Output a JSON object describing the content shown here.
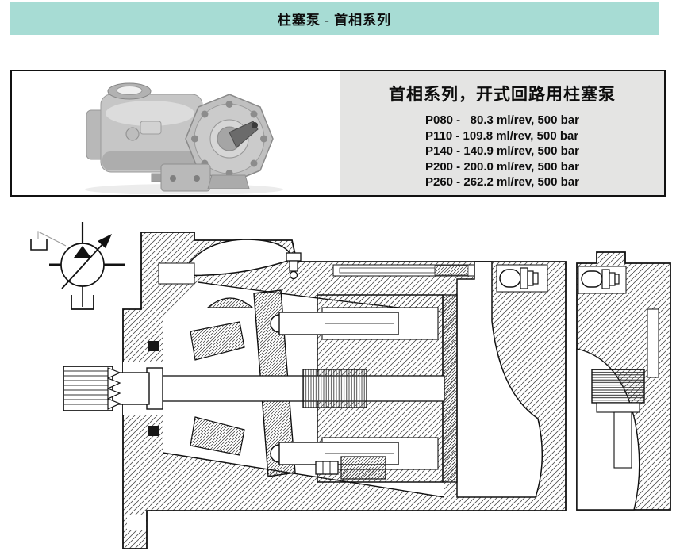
{
  "header": {
    "title": "柱塞泵 - 首相系列"
  },
  "product": {
    "photo_name": "piston-pump-photo",
    "panel": {
      "title": "首相系列，开式回路用柱塞泵",
      "specs": [
        "P080 -   80.3 ml/rev, 500 bar",
        "P110 - 109.8 ml/rev, 500 bar",
        "P140 - 140.9 ml/rev, 500 bar",
        "P200 - 200.0 ml/rev, 500 bar",
        "P260 - 262.2 ml/rev, 500 bar"
      ]
    }
  },
  "diagram": {
    "symbol_icon": "variable-displacement-pump-symbol",
    "drawing_name": "pump-cross-section"
  },
  "colors": {
    "header_bg": "#a7dcd4",
    "panel_bg": "#e4e4e3",
    "box_border": "#111111",
    "ink": "#1a1a1a"
  }
}
